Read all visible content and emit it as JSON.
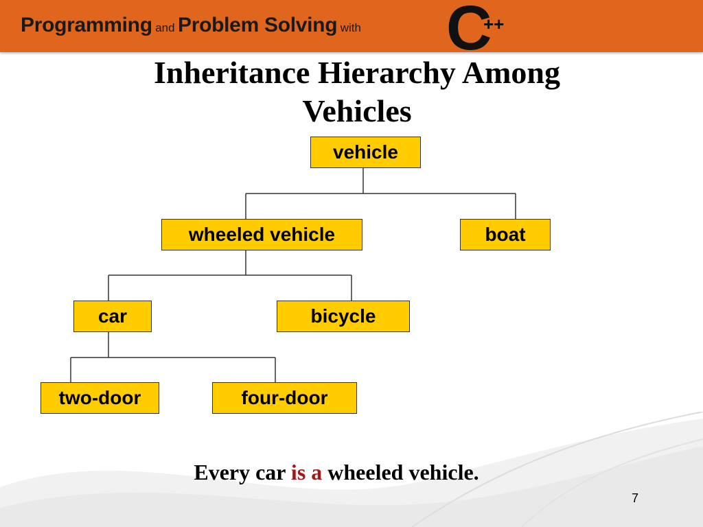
{
  "banner": {
    "programming": "Programming",
    "and": "and",
    "problem_solving": "Problem Solving",
    "with": "with",
    "logo_c": "C",
    "logo_pp": "++",
    "color": "#e0661d"
  },
  "slide": {
    "title_line1": "Inheritance Hierarchy Among",
    "title_line2": "Vehicles",
    "page_number": "7"
  },
  "hierarchy": {
    "vehicle": "vehicle",
    "wheeled_vehicle": "wheeled vehicle",
    "boat": "boat",
    "car": "car",
    "bicycle": "bicycle",
    "two_door": "two-door",
    "four_door": "four-door",
    "node_color": "#ffcc00"
  },
  "caption": {
    "prefix": "Every car ",
    "highlight": "is a",
    "suffix": " wheeled vehicle.",
    "highlight_color": "#a01818"
  }
}
